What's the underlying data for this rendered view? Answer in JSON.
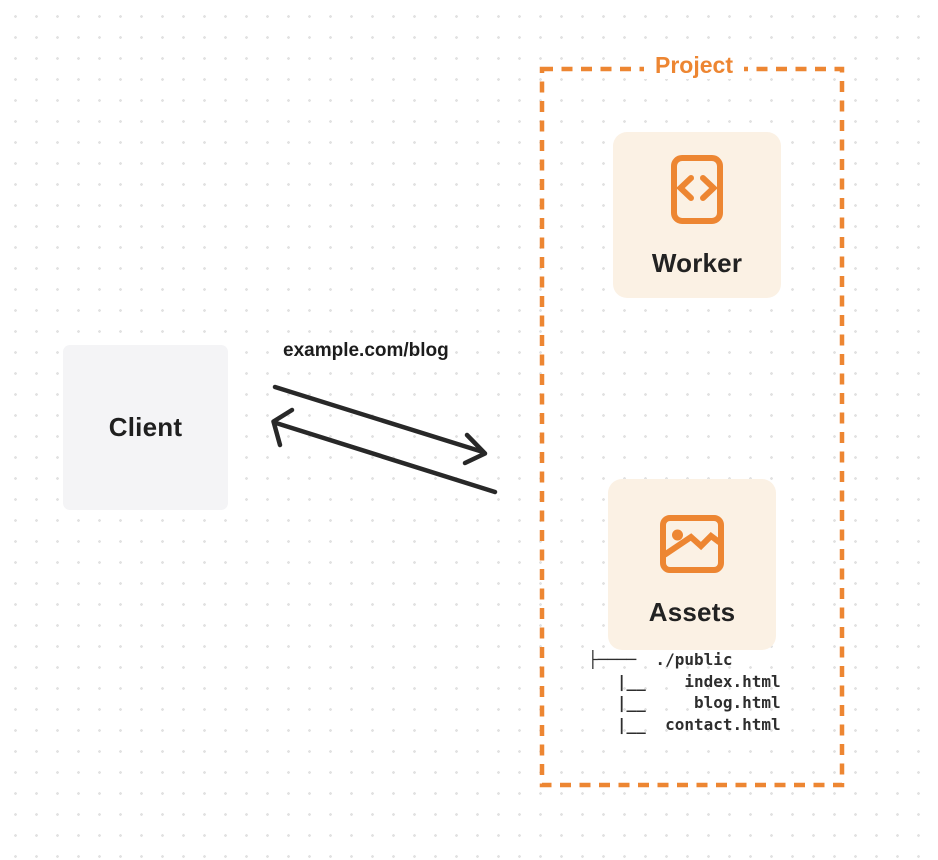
{
  "diagram": {
    "client": {
      "label": "Client"
    },
    "request": {
      "label": "example.com/blog"
    },
    "project": {
      "label": "Project",
      "worker": {
        "label": "Worker",
        "icon": "code-icon"
      },
      "assets": {
        "label": "Assets",
        "icon": "image-icon"
      },
      "file_tree": [
        "├────  ./public",
        "   |__    index.html",
        "   |__     blog.html",
        "   |__  contact.html"
      ]
    },
    "colors": {
      "accent_orange": "#ED8632",
      "card_background": "#FBF1E4",
      "client_background": "#F4F4F6",
      "arrow": "#282828",
      "text_dark": "#1F1F1F",
      "dot_grid": "#E2E2E2"
    }
  }
}
